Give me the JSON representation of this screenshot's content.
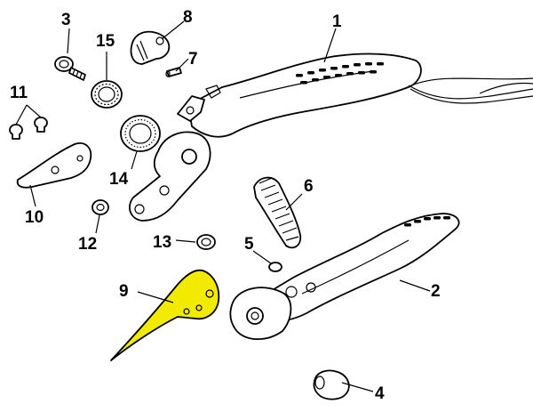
{
  "diagram": {
    "highlight_color": "#f2ea00",
    "line_color": "#000000",
    "labels": {
      "p1": "1",
      "p2": "2",
      "p3": "3",
      "p4": "4",
      "p5": "5",
      "p6": "6",
      "p7": "7",
      "p8": "8",
      "p9": "9",
      "p10": "10",
      "p11": "11",
      "p12": "12",
      "p13": "13",
      "p14": "14",
      "p15": "15"
    }
  }
}
